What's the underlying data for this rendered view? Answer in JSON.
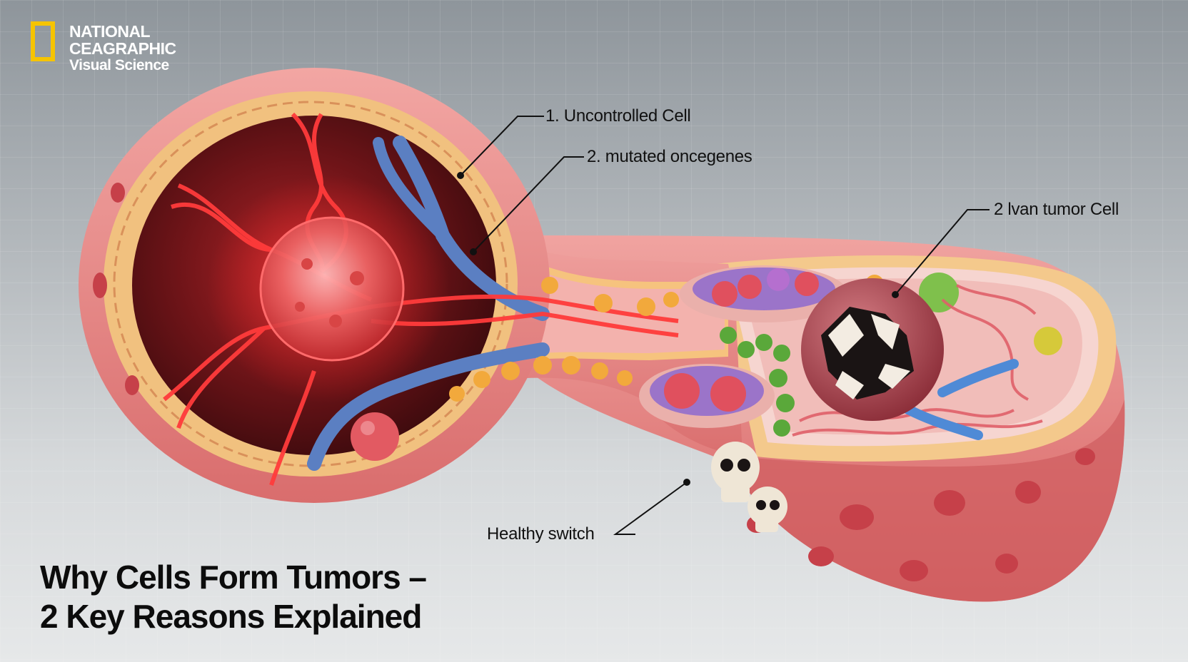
{
  "logo": {
    "line1": "NATIONAL",
    "line2": "CEAGRAPHIC",
    "line3": "Visual Science"
  },
  "callouts": {
    "c1": "1. Uncontrolled Cell",
    "c2": "2. mutated oncegenes",
    "c3": "2 lvan tumor Cell",
    "c4": "Healthy switch"
  },
  "title": {
    "line1": "Why Cells Form Tumors –",
    "line2": "2 Key Reasons Explained"
  }
}
